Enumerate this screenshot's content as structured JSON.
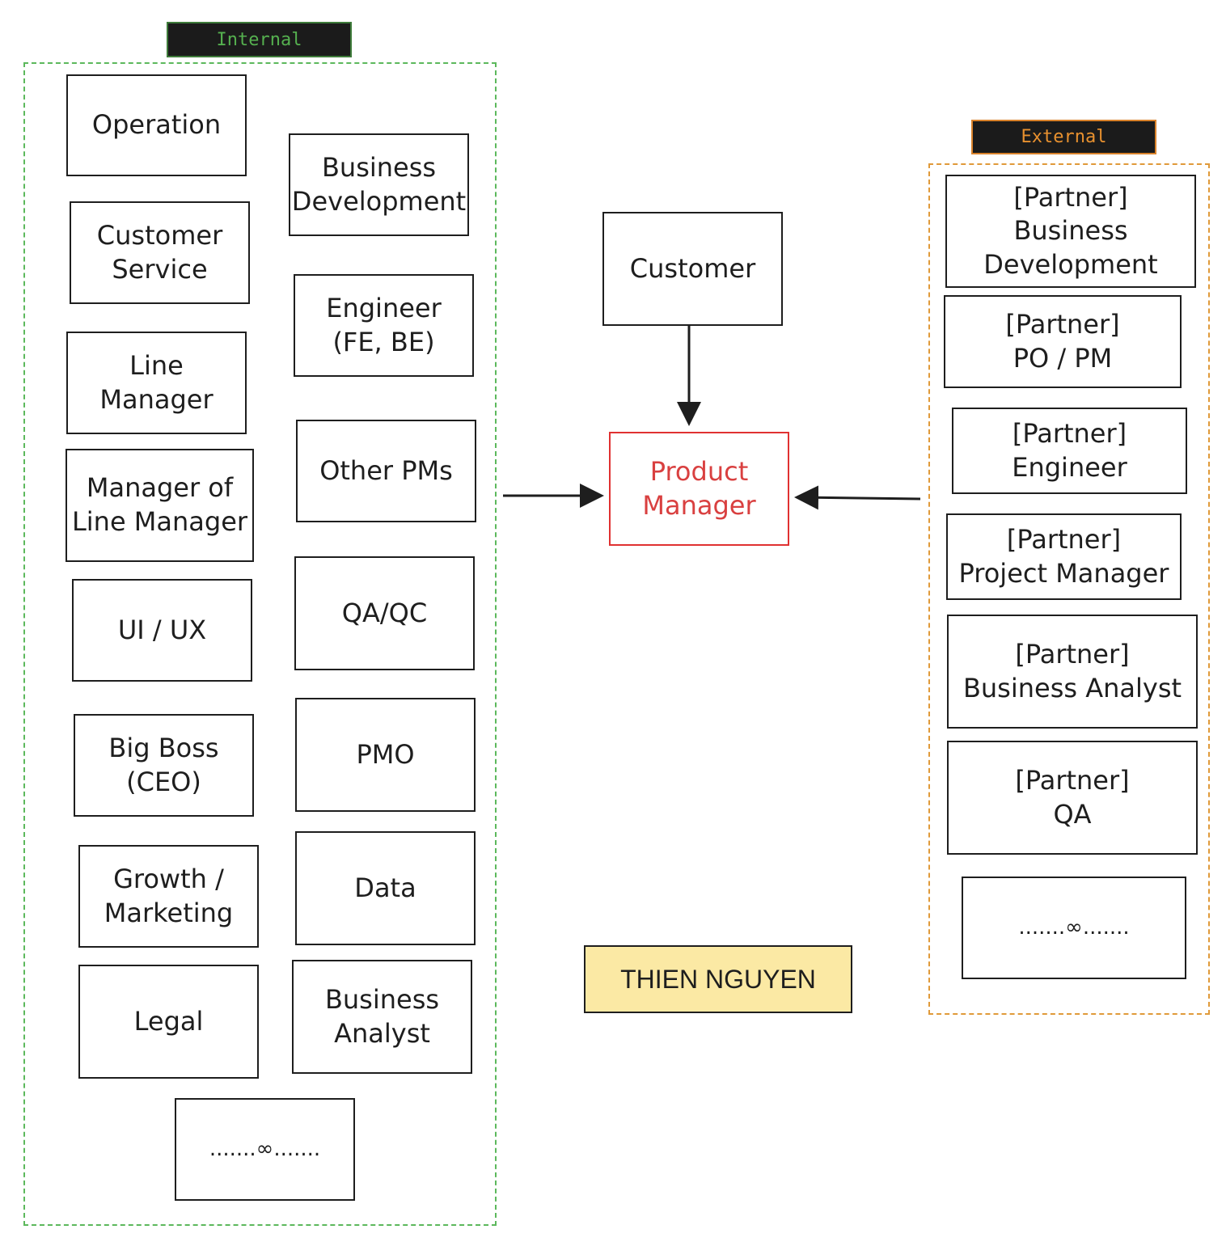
{
  "internal": {
    "tag": "Internal",
    "nodes": {
      "operation": "Operation",
      "business_development": "Business\nDevelopment",
      "customer_service": "Customer\nService",
      "engineer": "Engineer\n(FE, BE)",
      "line_manager": "Line\nManager",
      "other_pms": "Other PMs",
      "manager_of_line_manager": "Manager of\nLine Manager",
      "ui_ux": "UI / UX",
      "qa_qc": "QA/QC",
      "big_boss": "Big Boss\n(CEO)",
      "pmo": "PMO",
      "growth_marketing": "Growth /\nMarketing",
      "data": "Data",
      "legal": "Legal",
      "business_analyst": "Business\nAnalyst",
      "more": ".......∞......."
    }
  },
  "center": {
    "customer": "Customer",
    "product_manager": "Product\nManager"
  },
  "external": {
    "tag": "External",
    "nodes": {
      "partner_business_development": "[Partner]\nBusiness\nDevelopment",
      "partner_po_pm": "[Partner]\nPO / PM",
      "partner_engineer": "[Partner]\nEngineer",
      "partner_project_manager": "[Partner]\nProject Manager",
      "partner_business_analyst": "[Partner]\nBusiness Analyst",
      "partner_qa": "[Partner]\nQA",
      "more": ".......∞......."
    }
  },
  "note": "THIEN NGUYEN",
  "colors": {
    "internal_border": "#5cb85c",
    "external_border": "#e09a3a",
    "product_manager": "#e03131",
    "note_fill": "#fbe9a4"
  }
}
